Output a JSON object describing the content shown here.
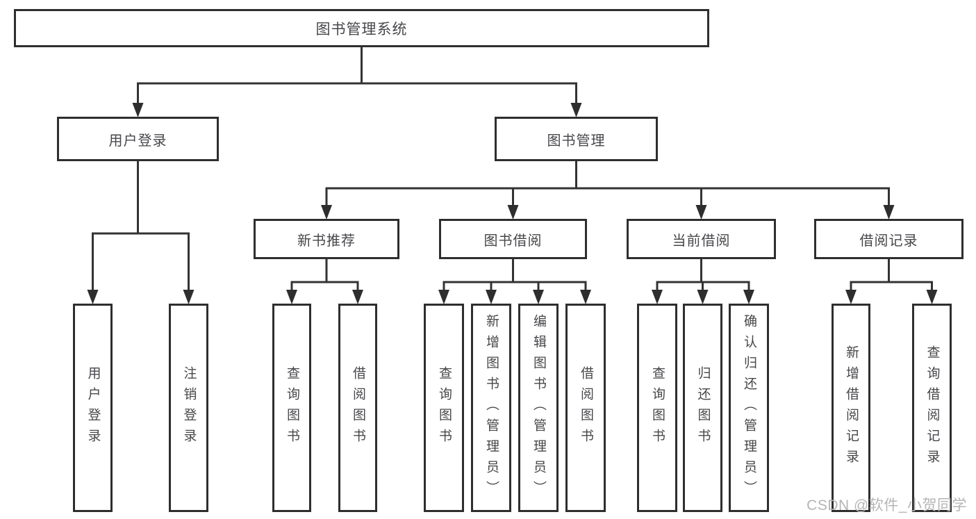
{
  "root": {
    "label": "图书管理系统"
  },
  "level2": [
    {
      "label": "用户登录"
    },
    {
      "label": "图书管理"
    }
  ],
  "level3": [
    {
      "label": "新书推荐"
    },
    {
      "label": "图书借阅"
    },
    {
      "label": "当前借阅"
    },
    {
      "label": "借阅记录"
    }
  ],
  "leaves": {
    "user_login": [
      "用户登录",
      "注销登录"
    ],
    "new_book": [
      "查询图书",
      "借阅图书"
    ],
    "book_borrow": [
      "查询图书",
      "新增图书（管理员）",
      "编辑图书（管理员）",
      "借阅图书"
    ],
    "current_borrow": [
      "查询图书",
      "归还图书",
      "确认归还（管理员）"
    ],
    "borrow_record": [
      "新增借阅记录",
      "查询借阅记录"
    ]
  },
  "watermark": "CSDN @软件_小贺同学",
  "colors": {
    "line": "#333333",
    "box_border": "#2e2e2e",
    "text": "#47474b",
    "watermark": "#b5b5b5",
    "background": "#ffffff"
  }
}
